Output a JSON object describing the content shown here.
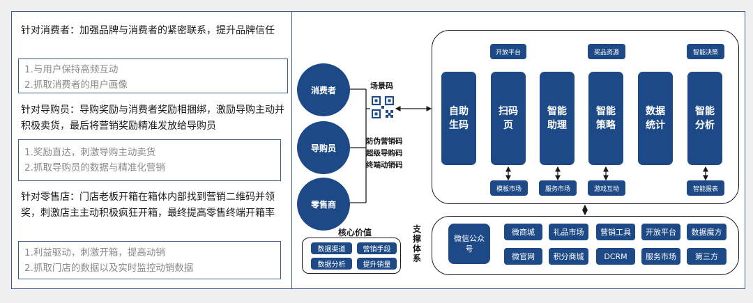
{
  "left": {
    "sections": [
      {
        "heading": "针对消费者：加强品牌与消费者的紧密联系，提升品牌信任",
        "points": [
          "1.与用户保持高频互动",
          "2.抓取消费者的用户画像"
        ]
      },
      {
        "heading": "针对导购员：导购奖励与消费者奖励相捆绑，激励导购主动并积极卖货，最后将营销奖励精准发放给导购员",
        "points": [
          "1.奖励直达，刺激导购主动卖货",
          "2.抓取导购员的数据与精准化营销"
        ]
      },
      {
        "heading": "针对零售店：门店老板开箱在箱体内部找到营销二维码并领奖，刺激店主主动积极疯狂开箱，最终提高零售终端开箱率",
        "points": [
          "1.利益驱动，刺激开箱，提高动销",
          "2.抓取门店的数据以及实时监控动销数据"
        ]
      }
    ]
  },
  "diagram": {
    "actors": [
      "消费者",
      "导购员",
      "零售商"
    ],
    "scene_code": {
      "title": "场景码",
      "types": [
        "防伪营销码",
        "超级导购码",
        "终端动销码"
      ]
    },
    "core_value": {
      "title": "核心价值",
      "items": [
        "数据渠道",
        "营销手段",
        "数据分析",
        "提升销量"
      ]
    },
    "modules": [
      "自助生码",
      "扫码页",
      "智能助理",
      "智能策略",
      "数据统计",
      "智能分析"
    ],
    "top_tags": [
      "开放平台",
      "奖品资源",
      "智能决策"
    ],
    "bottom_tags": [
      "模板市场",
      "服务市场",
      "游戏互动",
      "智能报表"
    ],
    "support": {
      "title": "支撑体系",
      "main": "微信公众号",
      "row1": [
        "微商城",
        "礼品市场",
        "营销工具",
        "开放平台",
        "数据魔方"
      ],
      "row2": [
        "微官网",
        "积分商城",
        "DCRM",
        "服务市场",
        "第三方"
      ]
    }
  }
}
